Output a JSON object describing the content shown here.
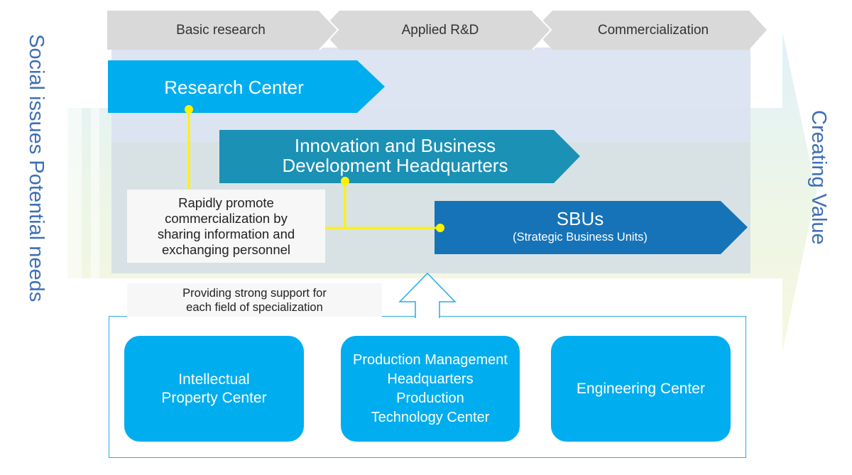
{
  "stages": [
    "Basic research",
    "Applied R&D",
    "Commercialization"
  ],
  "left_label": "Social issues Potential needs",
  "right_label": "Creating Value",
  "research_center": "Research Center",
  "innovation_hq": [
    "Innovation and Business",
    "Development Headquarters"
  ],
  "sbus": {
    "title": "SBUs",
    "subtitle": "(Strategic Business Units)"
  },
  "collaboration_note": [
    "Rapidly promote",
    "commercialization by",
    "sharing information and",
    "exchanging personnel"
  ],
  "support_note": [
    "Providing strong support for",
    "each field of specialization"
  ],
  "support_centers": [
    {
      "lines": [
        "Intellectual",
        "Property Center"
      ]
    },
    {
      "lines": [
        "Production Management",
        "Headquarters",
        "Production",
        "Technology Center"
      ]
    },
    {
      "lines": [
        "Engineering Center"
      ]
    }
  ],
  "colors": {
    "stage_bar": "#d9d9d9",
    "research_center": "#00adef",
    "innovation_hq": "#1a91b5",
    "sbus": "#1673b8",
    "connector": "#fff200",
    "side_text": "#3e6fb5",
    "support_box": "#00adef"
  }
}
